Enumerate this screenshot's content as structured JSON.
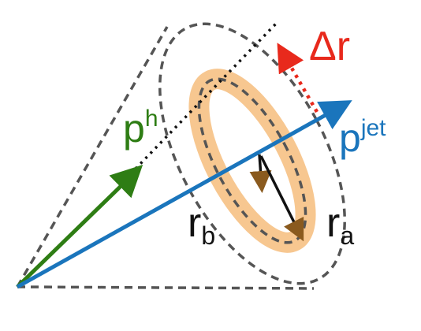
{
  "labels": {
    "hadron_momentum": {
      "main": "p",
      "superscript": "h"
    },
    "jet_momentum": {
      "main": "p",
      "superscript": "jet"
    },
    "delta_r": {
      "symbol": "Δ",
      "main": "r"
    },
    "radius_b": {
      "main": "r",
      "subscript": "b"
    },
    "radius_a": {
      "main": "r",
      "subscript": "a"
    }
  },
  "colors": {
    "hadron": "#2e7d14",
    "jet": "#1a75bc",
    "delta_r": "#e8291c",
    "annulus": "#f7c48a",
    "cone": "#555555",
    "radius_arrows": "#111111",
    "inner_arrow_head": "#8a5a1e"
  }
}
